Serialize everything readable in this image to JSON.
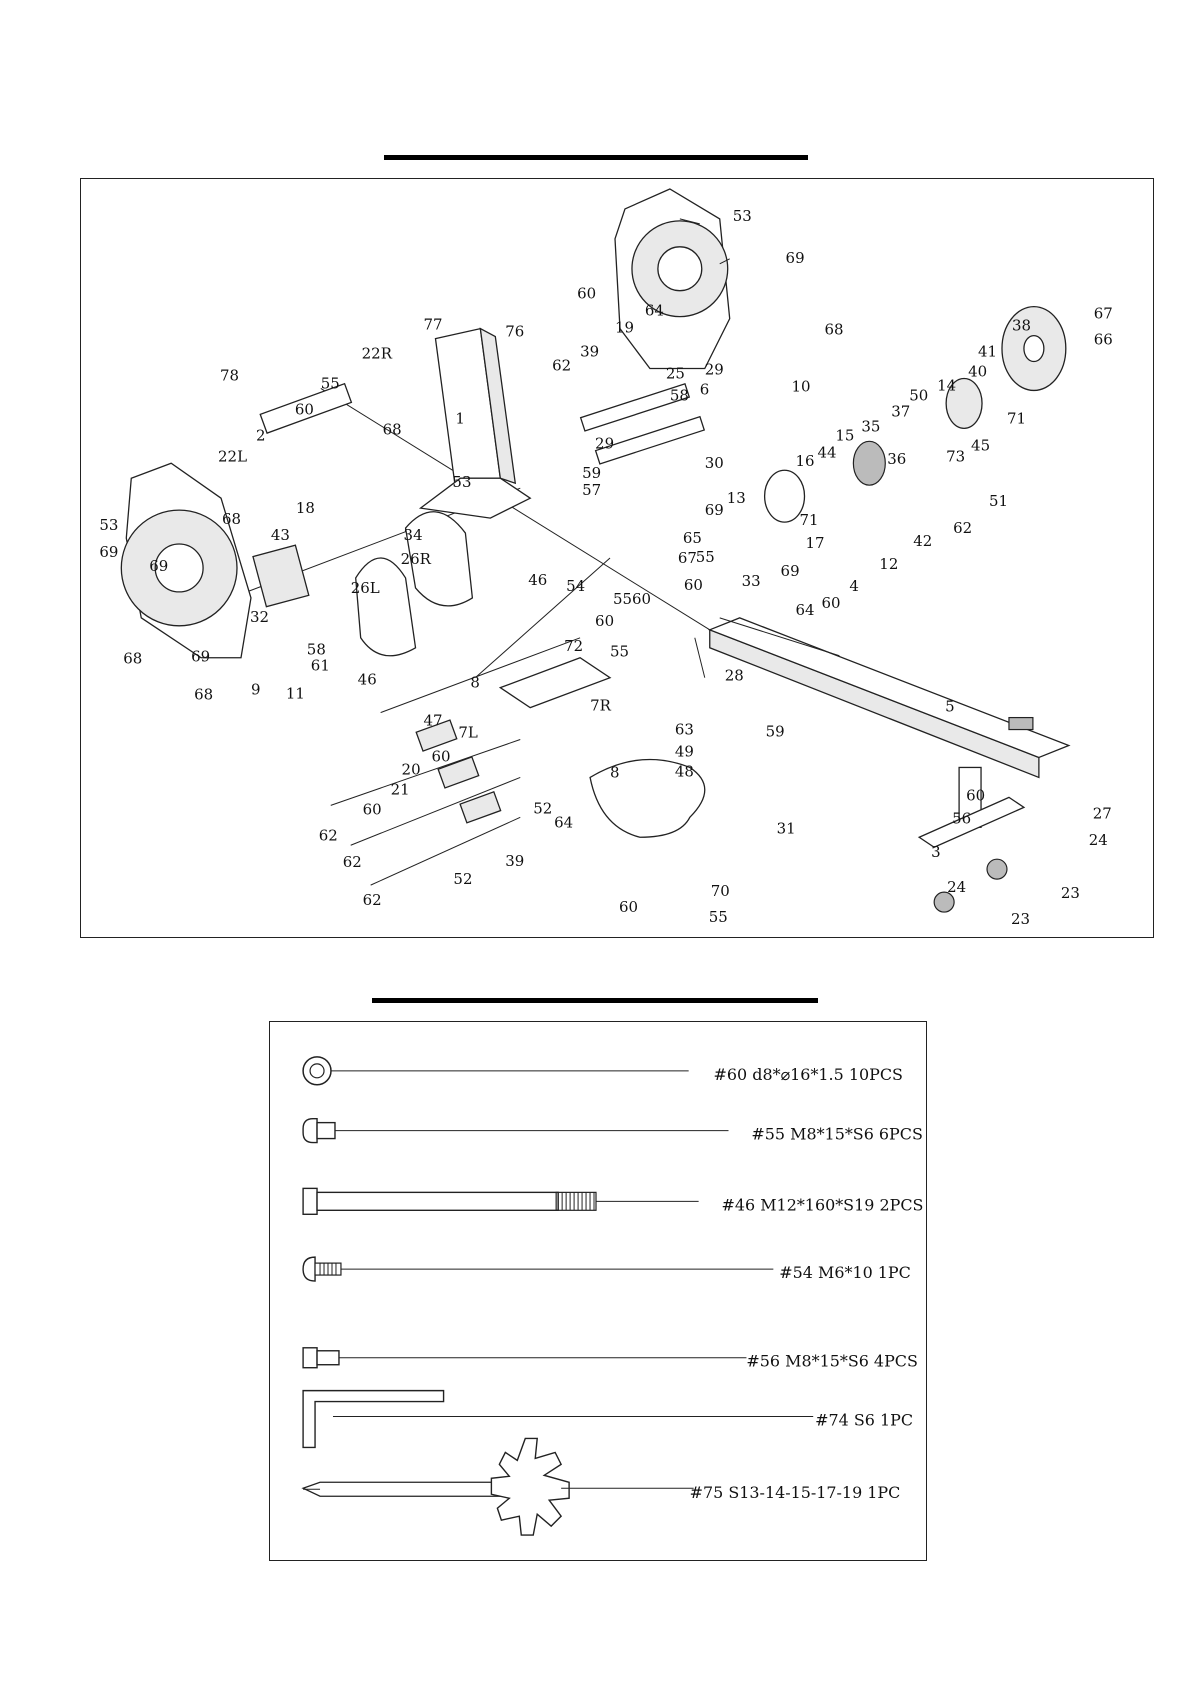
{
  "labels": {
    "l53a": "53",
    "l69a": "69",
    "l60a": "60",
    "l64a": "64",
    "l19": "19",
    "l39a": "39",
    "l68a": "68",
    "l67": "67",
    "l66": "66",
    "l38": "38",
    "l77": "77",
    "l76": "76",
    "l62a": "62",
    "l10": "10",
    "l22R": "22R",
    "l78": "78",
    "l55a": "55",
    "l25": "25",
    "l58a": "58",
    "l41": "41",
    "l40": "40",
    "l60b": "60",
    "l68b": "68",
    "l1": "1",
    "l29a": "29",
    "l6": "6",
    "l50": "50",
    "l14": "14",
    "l2": "2",
    "l37": "37",
    "l35": "35",
    "l15": "15",
    "l71a": "71",
    "l45": "45",
    "l22L": "22L",
    "l29b": "29",
    "l30": "30",
    "l36": "36",
    "l73": "73",
    "l53b": "53",
    "l59a": "59",
    "l57": "57",
    "l16": "16",
    "l44": "44",
    "l18": "18",
    "l13": "13",
    "l71b": "71",
    "l68c": "68",
    "l53c": "53",
    "l69b": "69",
    "l17": "17",
    "l51": "51",
    "l34": "34",
    "l43": "43",
    "l65": "65",
    "l62b": "62",
    "l69c": "69",
    "l26R": "26R",
    "l67b": "67",
    "l55b": "55",
    "l69d": "69",
    "l46a": "46",
    "l42": "42",
    "l69e": "69",
    "l33": "33",
    "l54": "54",
    "l60c": "60",
    "l12": "12",
    "l26L": "26L",
    "l55c": "55",
    "l60d": "60",
    "l4": "4",
    "l32": "32",
    "l60e": "60",
    "l60f": "60",
    "l64b": "64",
    "l72": "72",
    "l55d": "55",
    "l68d": "68",
    "l69f": "69",
    "l58b": "58",
    "l61": "61",
    "l28": "28",
    "l46b": "46",
    "l11": "11",
    "l9": "9",
    "l68e": "68",
    "l5": "5",
    "l8a": "8",
    "l59b": "59",
    "l47": "47",
    "l7R": "7R",
    "l63": "63",
    "l7L": "7L",
    "l60g": "60",
    "l49": "49",
    "l48": "48",
    "l20": "20",
    "l8b": "8",
    "l21": "21",
    "l60h": "60",
    "l52a": "52",
    "l64c": "64",
    "l31": "31",
    "l27": "27",
    "l62c": "62",
    "l60i": "60",
    "l56": "56",
    "l24a": "24",
    "l62d": "62",
    "l39b": "39",
    "l3": "3",
    "l52b": "52",
    "l70": "70",
    "l24b": "24",
    "l23a": "23",
    "l62e": "62",
    "l60j": "60",
    "l55e": "55",
    "l23b": "23"
  },
  "hardware": [
    {
      "id": "washer-60",
      "icon": "washer-icon",
      "text": "#60  d8*⌀16*1.5  10PCS"
    },
    {
      "id": "bolt-55",
      "icon": "bolt-icon",
      "text": "#55  M8*15*S6  6PCS"
    },
    {
      "id": "bolt-46",
      "icon": "long-bolt-icon",
      "text": "#46  M12*160*S19  2PCS"
    },
    {
      "id": "screw-54",
      "icon": "screw-icon",
      "text": "#54  M6*10  1PC"
    },
    {
      "id": "bolt-56",
      "icon": "bolt-icon",
      "text": "#56  M8*15*S6  4PCS"
    },
    {
      "id": "allen-key-74",
      "icon": "allen-key-icon",
      "text": "#74  S6  1PC"
    },
    {
      "id": "wrench-75",
      "icon": "multi-wrench-icon",
      "text": "#75  S13-14-15-17-19  1PC"
    }
  ]
}
